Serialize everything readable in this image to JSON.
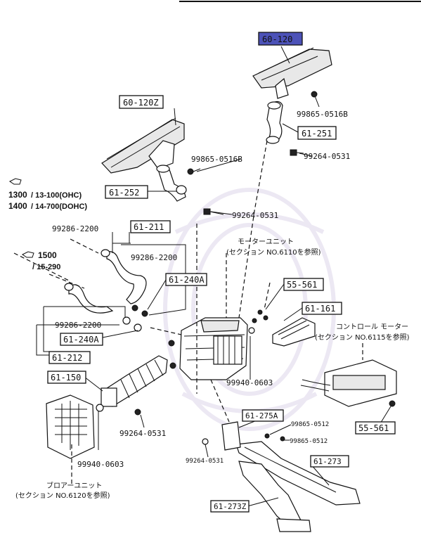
{
  "parts": {
    "p_60_120": "60-120",
    "p_60_120z": "60-120Z",
    "p_61_251": "61-251",
    "p_61_252": "61-252",
    "p_61_211": "61-211",
    "p_61_240a_1": "61-240A",
    "p_61_240a_2": "61-240A",
    "p_55_561_1": "55-561",
    "p_55_561_2": "55-561",
    "p_61_161": "61-161",
    "p_61_212": "61-212",
    "p_61_150": "61-150",
    "p_61_275a": "61-275A",
    "p_61_273": "61-273",
    "p_61_273z": "61-273Z"
  },
  "numbers": {
    "n_99865_top": "99865-0516B",
    "n_99264_top": "99264-0531",
    "n_99865_mid": "99865-0516B",
    "n_99264_mid": "99264-0531",
    "n_99286_a": "99286-2200",
    "n_99286_b": "99286-2200",
    "n_99286_c": "99286-2200",
    "n_99940_right": "99940-0603",
    "n_99264_bottom": "99264-0531",
    "n_99940_left": "99940-0603",
    "n_99264_small": "99264-0531",
    "n_99865_small_1": "99865-0512",
    "n_99865_small_2": "99865-0512"
  },
  "notes": {
    "engine_1300": "1300",
    "engine_1300_codes": "/ 13-100(OHC)",
    "engine_1400": "1400",
    "engine_1400_codes": "/ 14-700(DOHC)",
    "engine_1500": "1500",
    "engine_1500_codes": "/ 15-290",
    "motor_unit_1": "モーターユニット",
    "motor_unit_2": "(セクション NO.6110を参照)",
    "control_motor_1": "コントロール モーター",
    "control_motor_2": "(セクション NO.6115を参照)",
    "blower_unit_1": "ブロアーユニット",
    "blower_unit_2": "(セクション NO.6120を参照)"
  },
  "colors": {
    "highlight": "#4c52b8",
    "ink": "#111111"
  }
}
